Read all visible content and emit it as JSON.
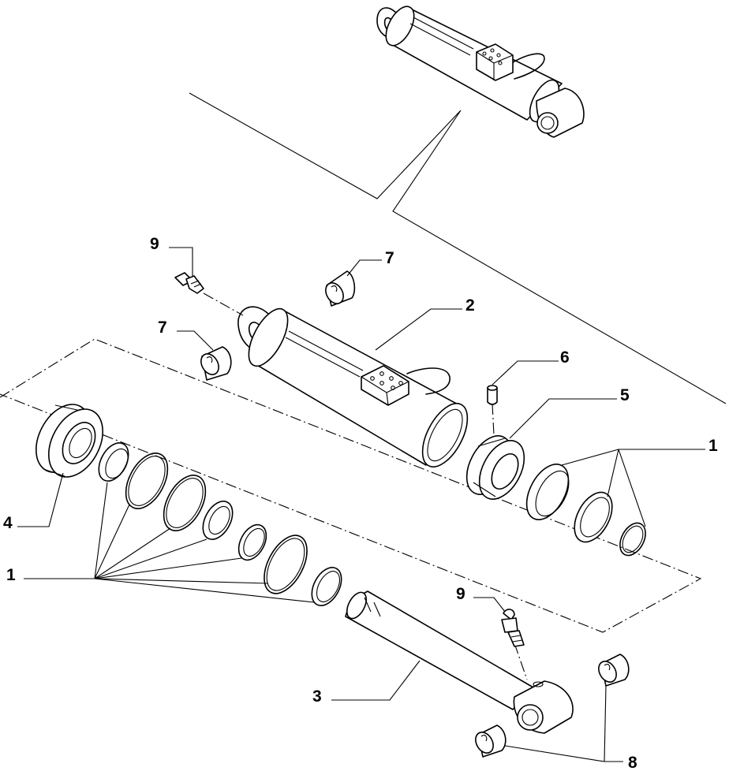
{
  "callouts": {
    "c1a": "1",
    "c1b": "1",
    "c2": "2",
    "c3": "3",
    "c4": "4",
    "c5": "5",
    "c6": "6",
    "c7a": "7",
    "c7b": "7",
    "c8": "8",
    "c9a": "9",
    "c9b": "9"
  }
}
